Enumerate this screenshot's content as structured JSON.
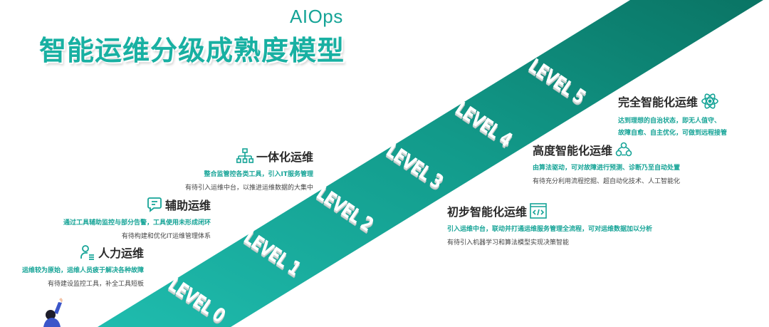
{
  "header": {
    "title_en": "AIOps",
    "title_cn": "智能运维分级成熟度模型"
  },
  "colors": {
    "band_light": "#1db8ab",
    "band_dark": "#0b7868",
    "accent_text": "#16a497",
    "heading_text": "#2a2a2a"
  },
  "levels": [
    {
      "label": "LEVEL 0"
    },
    {
      "label": "LEVEL 1"
    },
    {
      "label": "LEVEL 2"
    },
    {
      "label": "LEVEL 3"
    },
    {
      "label": "LEVEL 4"
    },
    {
      "label": "LEVEL 5"
    }
  ],
  "stages": [
    {
      "title": "人力运维",
      "icon": "user-list-icon",
      "line1": "运维较为原始，运维人员疲于解决各种故障",
      "line2": "有待建设监控工具，补全工具短板"
    },
    {
      "title": "辅助运维",
      "icon": "message-edit-icon",
      "line1": "通过工具辅助监控与部分告警，工具使用未形成闭环",
      "line2": "有待构建和优化IT运维管理体系"
    },
    {
      "title": "一体化运维",
      "icon": "hierarchy-icon",
      "line1": "整合监管控各类工具，引入IT服务管理",
      "line2": "有待引入运维中台，以推进运维数据的大集中"
    },
    {
      "title": "初步智能化运维",
      "icon": "code-window-icon",
      "line1": "引入运维中台，联动并打通运维服务管理全流程，可对运维数据加以分析",
      "line2": "有待引入机器学习和算法模型实现决策智能"
    },
    {
      "title": "高度智能化运维",
      "icon": "network-nodes-icon",
      "line1": "由算法驱动，可对故障进行预测、诊断乃至自动处置",
      "line2": "有待充分利用流程挖掘、超自动化技术、人工智能化"
    },
    {
      "title": "完全智能化运维",
      "icon": "atom-icon",
      "line1": "达到理想的自治状态，即无人值守、",
      "line2": "故障自愈、自主优化，可做到远程接管"
    }
  ]
}
